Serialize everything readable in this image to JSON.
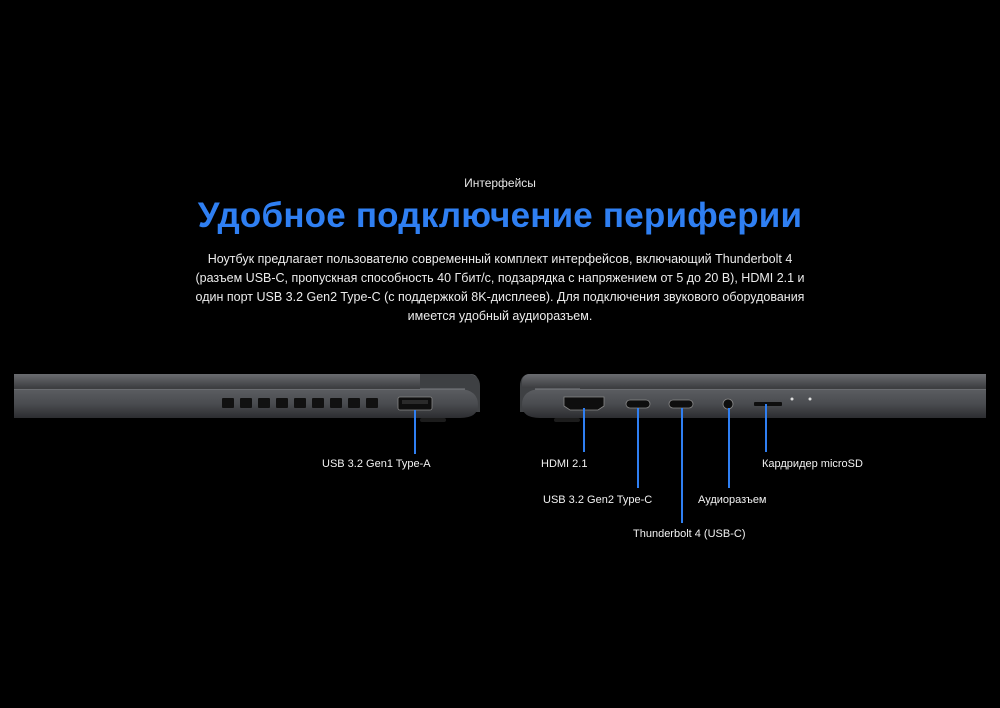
{
  "section": {
    "eyebrow": "Интерфейсы",
    "title": "Удобное подключение периферии",
    "description": "Ноутбук предлагает пользователю современный комплект интерфейсов, включающий Thunderbolt 4 (разъем USB-C, пропускная способность 40 Гбит/с, подзарядка с напряжением от 5 до 20 В), HDMI 2.1 и один порт USB 3.2 Gen2 Type-C (с поддержкой 8K-дисплеев). Для подключения звукового оборудования имеется удобный аудиоразъем."
  },
  "ports": {
    "left": [
      "USB 3.2 Gen1 Type-A"
    ],
    "right": [
      "HDMI 2.1",
      "USB 3.2 Gen2 Type-C",
      "Thunderbolt 4 (USB-C)",
      "Аудиоразъем",
      "Кардридер microSD"
    ]
  },
  "colors": {
    "accent": "#2f7ff2",
    "background": "#000000",
    "laptop_body": "#5a5c60"
  }
}
